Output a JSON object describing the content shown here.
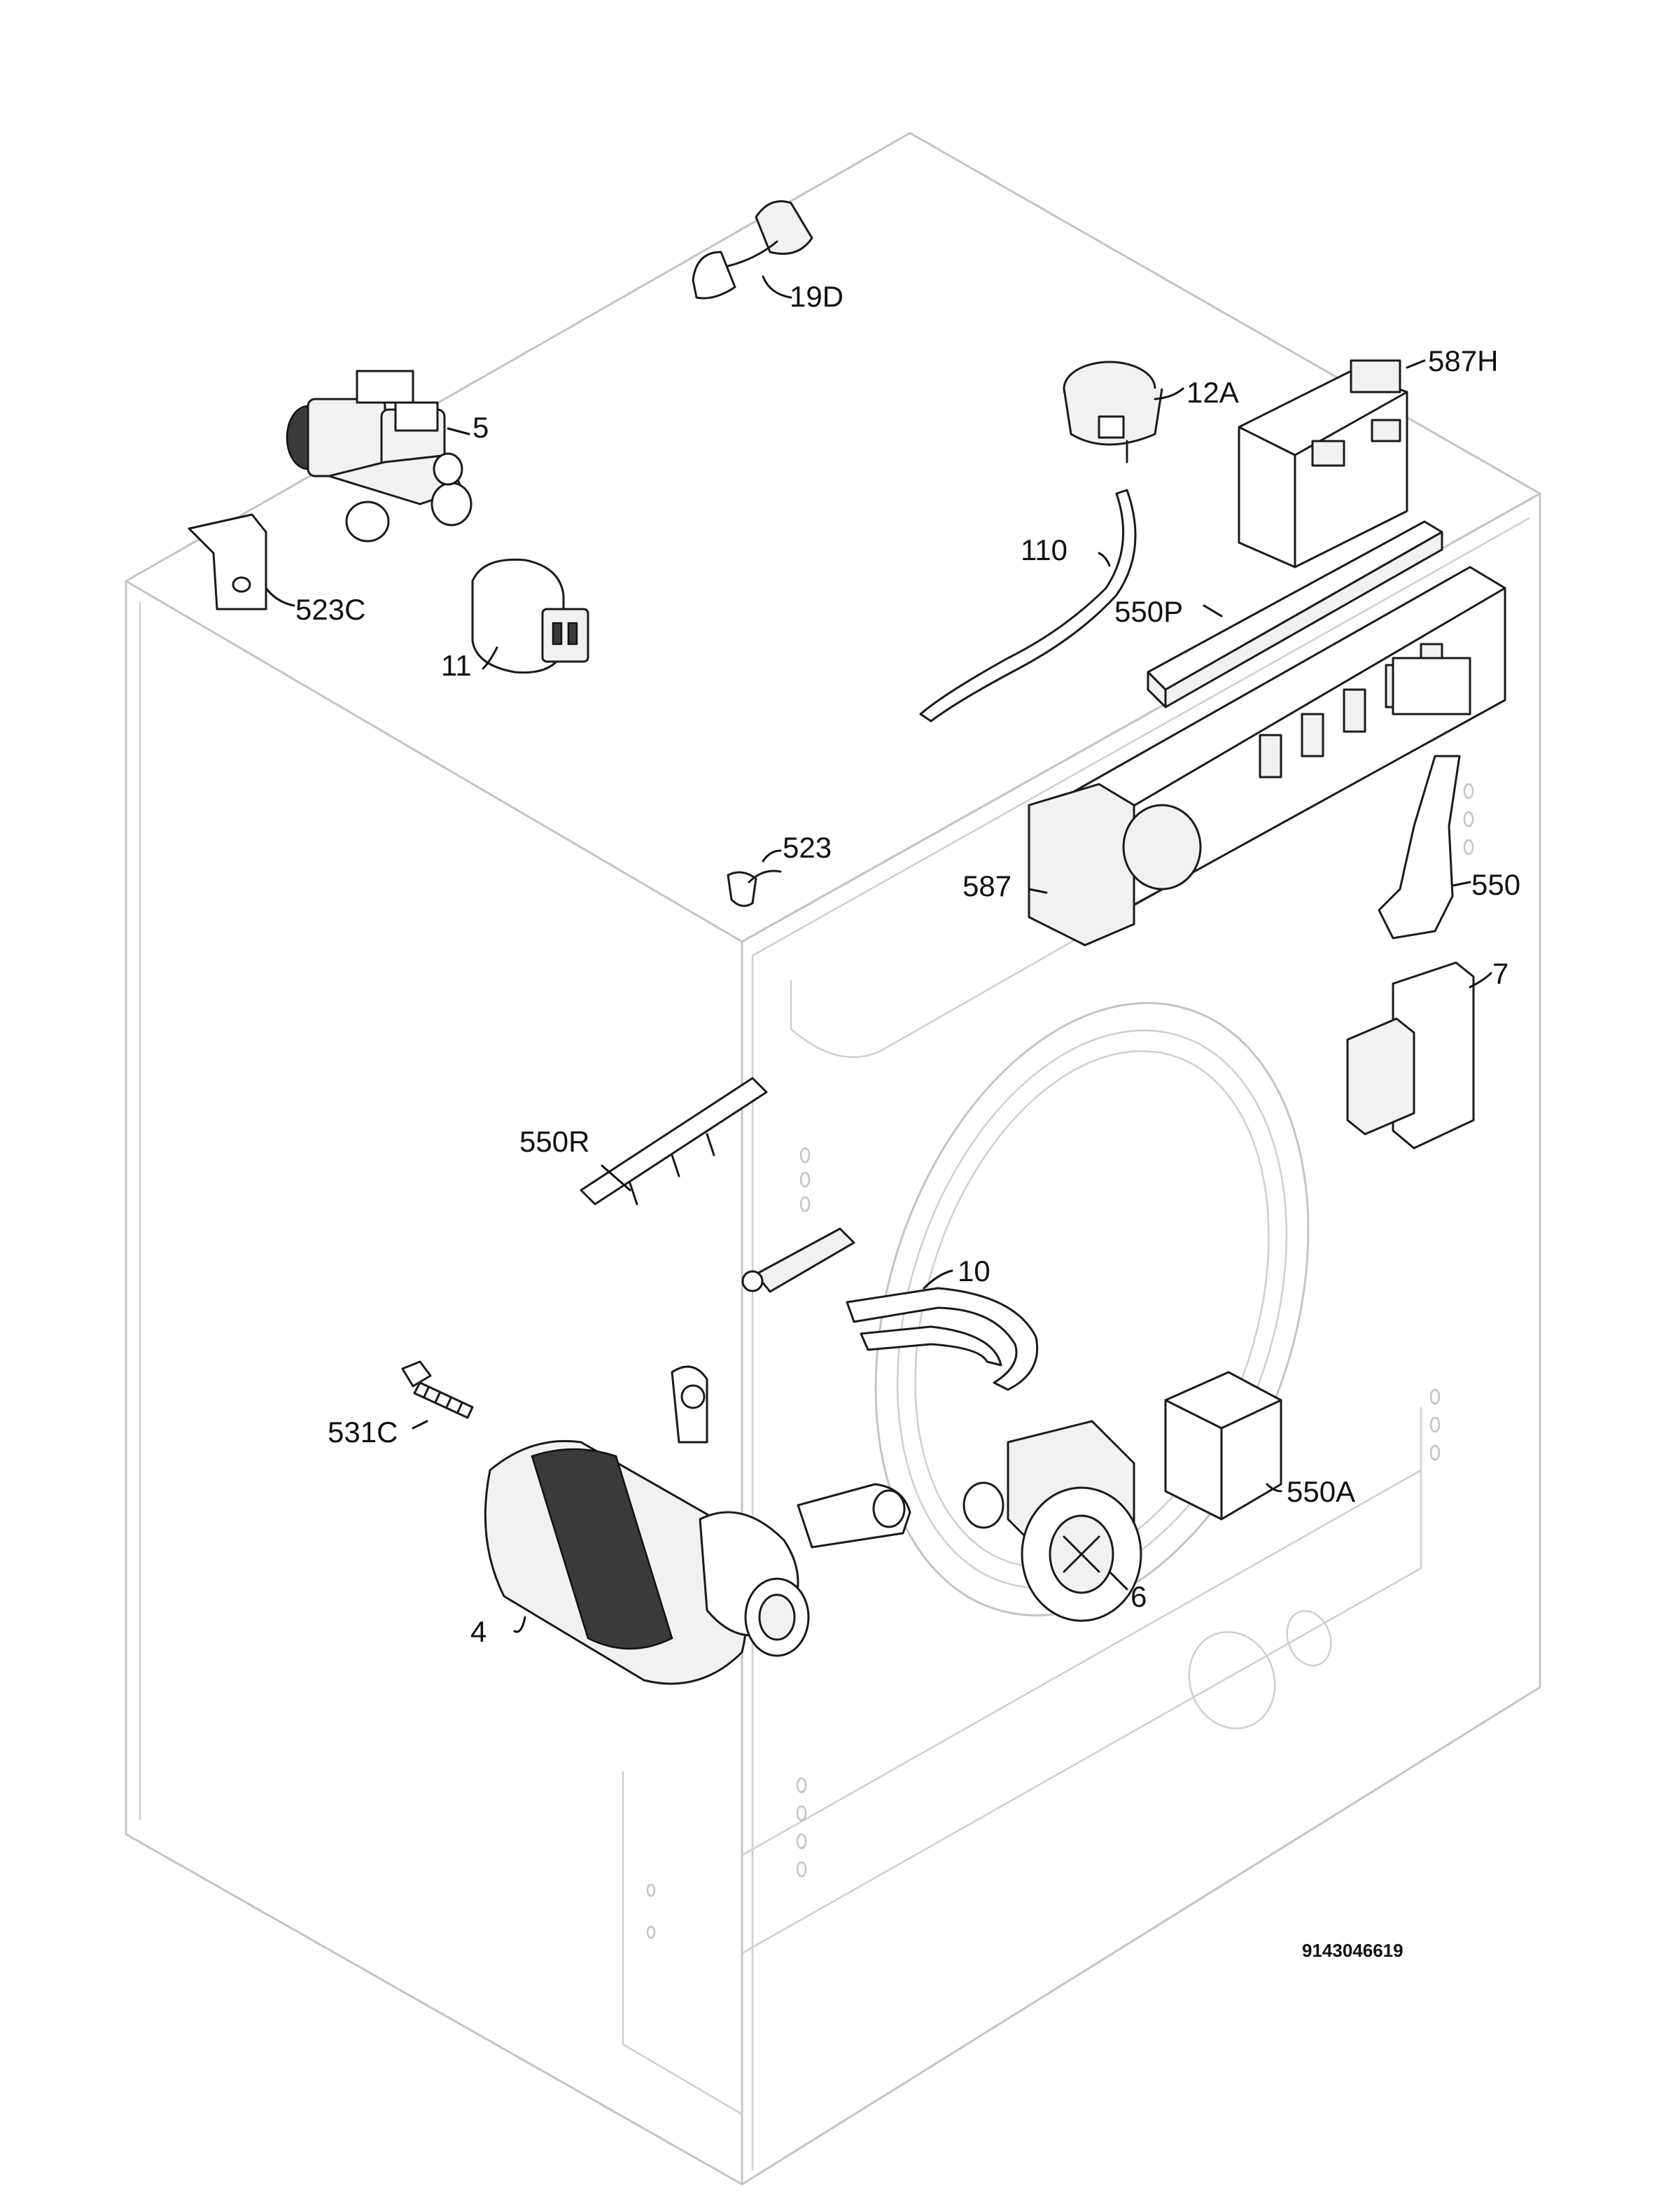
{
  "labels": {
    "p19D": "19D",
    "p5": "5",
    "p12A": "12A",
    "p587H": "587H",
    "p523C": "523C",
    "p11": "11",
    "p110": "110",
    "p550P": "550P",
    "p523": "523",
    "p587": "587",
    "p550": "550",
    "p7": "7",
    "p550R": "550R",
    "p10": "10",
    "p531C": "531C",
    "p550A": "550A",
    "p6": "6",
    "p4": "4"
  },
  "drawing_code": "9143046619"
}
